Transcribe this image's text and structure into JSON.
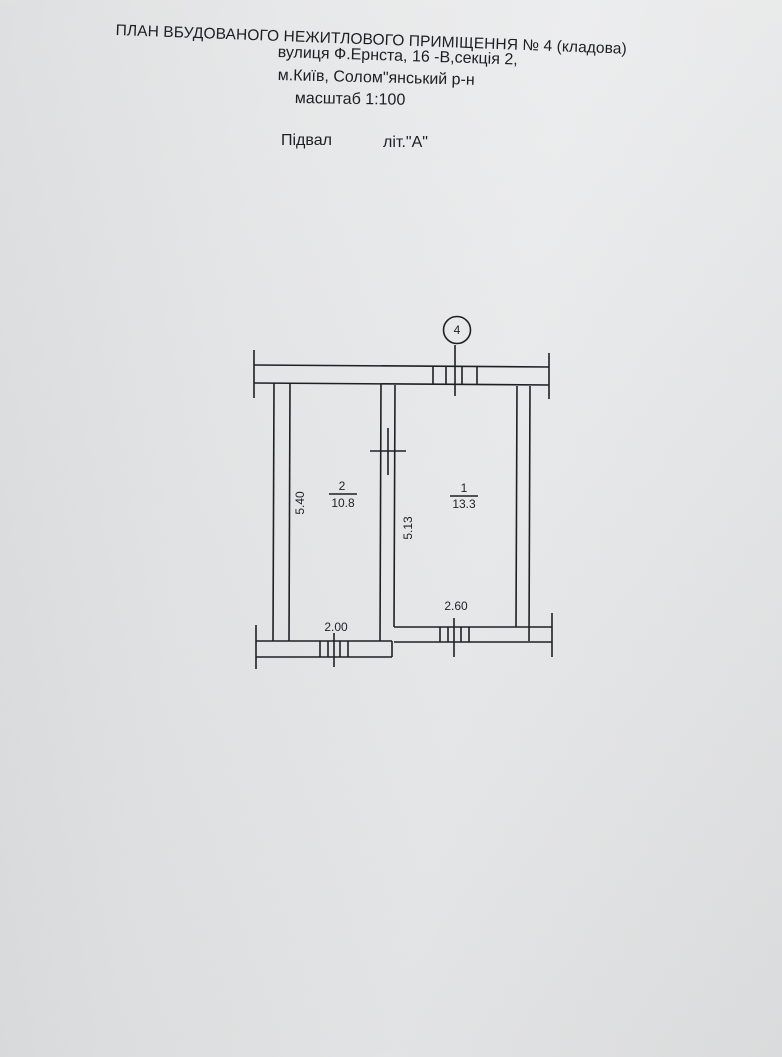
{
  "header": {
    "title": "ПЛАН ВБУДОВАНОГО НЕЖИТЛОВОГО ПРИМІЩЕННЯ № 4 (кладова)",
    "street": "вулиця  Ф.Ернста, 16 -В,секція 2,",
    "city": "м.Київ,  Солом\"янський  р-н",
    "scale": "масштаб 1:100",
    "floor": "Підвал",
    "letter": "літ.\"А\""
  },
  "plan": {
    "marker": "4",
    "rooms": [
      {
        "number": "2",
        "area": "10.8"
      },
      {
        "number": "1",
        "area": "13.3"
      }
    ],
    "dimensions": {
      "left_height": "5.40",
      "middle_height": "5.13",
      "bottom_left_width": "2.00",
      "bottom_right_width": "2.60"
    }
  }
}
